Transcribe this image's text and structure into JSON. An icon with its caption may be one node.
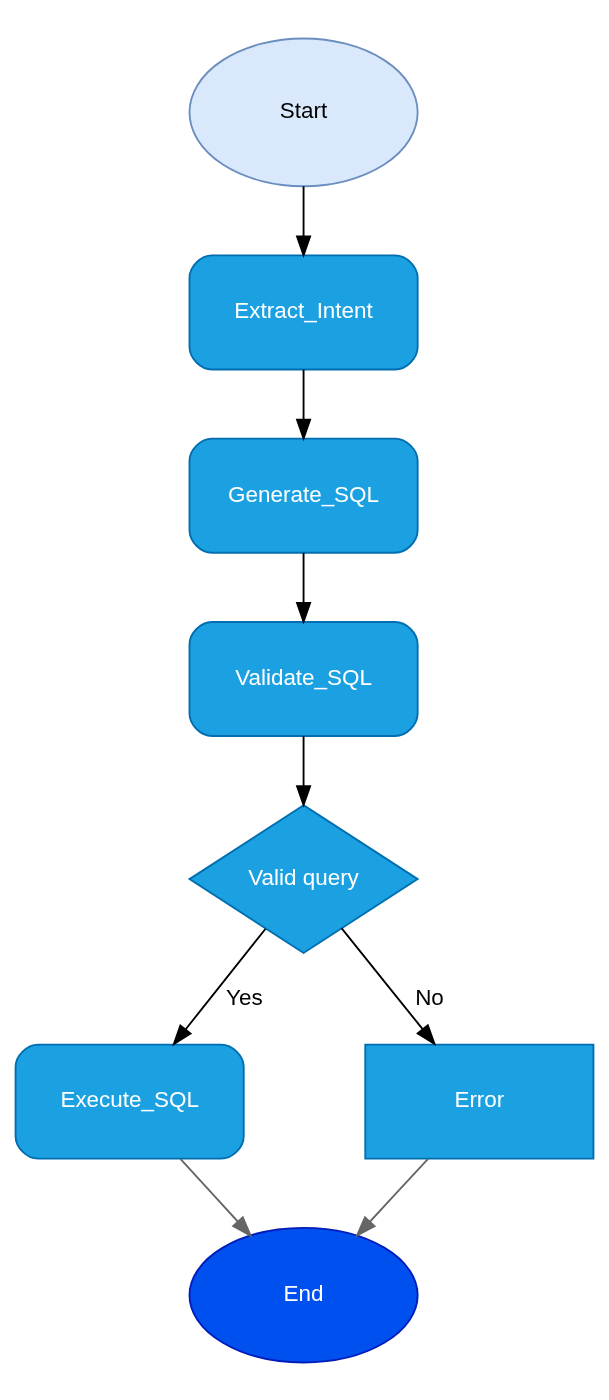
{
  "diagram": {
    "nodes": [
      {
        "text": [
          "Start"
        ]
      },
      {
        "text": [
          "Extract_Intent"
        ]
      },
      {
        "text": [
          "Generate_SQL"
        ]
      },
      {
        "text": [
          "Validate_SQL"
        ]
      },
      {
        "text": [
          "Valid query"
        ]
      },
      {
        "text": [
          "Execute_SQL"
        ]
      },
      {
        "text": [
          "Error"
        ]
      },
      {
        "text": [
          "End"
        ]
      }
    ],
    "edges": [
      {
        "from": 0,
        "to": 1,
        "arrow": "to"
      },
      {
        "from": 1,
        "to": 2,
        "arrow": "to"
      },
      {
        "from": 2,
        "to": 3,
        "arrow": "to"
      },
      {
        "from": 3,
        "to": 4,
        "arrow": "to"
      },
      {
        "from": 4,
        "to": 5,
        "arrow": "to",
        "label": "Yes"
      },
      {
        "from": 4,
        "to": 6,
        "arrow": "to",
        "label": "No"
      },
      {
        "from": 5,
        "to": 7,
        "arrow": "to",
        "color": "#666666"
      },
      {
        "from": 6,
        "to": 7,
        "arrow": "to",
        "color": "#666666"
      }
    ]
  }
}
